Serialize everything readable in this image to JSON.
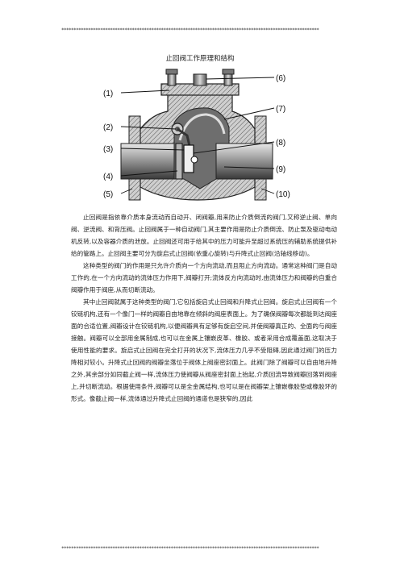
{
  "header_stars": "**********************************************************************************************************",
  "footer_stars": "**********************************************************************************************************",
  "title": "止回阀工作原理和结构",
  "figure_labels": [
    "(1)",
    "(2)",
    "(3)",
    "(4)",
    "(5)",
    "(6)",
    "(7)",
    "(8)",
    "(9)",
    "(10)"
  ],
  "paragraphs": [
    "止回阀是指依靠介质本身流动而自动开、闭阀瓣,用来防止介质倒流的阀门,又称逆止阀、单向阀、逆流阀、和背压阀。止回阀属于一种自动阀门,其主要作用是防止介质倒流、防止泵及驱动电动机反转,以及容器介质的泄放。止回阀还可用于给其中的压力可能升至超过系统压的辅助系统提供补给的管路上。止回阀主要可分为旋启式止回阀(依重心旋转)与升降式止回阀(沿轴线移动)。",
    "这种类型的阀门的作用是只允许介质向一个方向流动,而且阻止方向流动。通常这种阀门是自动工作的,在一个方向流动的流体压力作用下,阀瓣打开;流体反方向流动时,由流体压力和阀瓣的自重合阀瓣作用于阀座,从而切断流动。",
    "其中止回阀就属于这种类型的阀门,它包括旋启式止回阀和升降式止回阀。旋启式止回阀有一个铰链机构,还有一个像门一样的阀瓣自由地靠在倾斜的阀座表面上。为了确保阀瓣每次都能到达阀座面的合适位置,阀瓣设计在铰链机构,以便阀瓣具有足够有旋启空间,并使阀瓣真正的、全面的与阀座接触。阀瓣可以全部用金属制成,也可以在金属上镶嵌皮革、橡胶、或者采用合成覆盖面,这取决于使用性能的要求。旋启式止回阀在完全打开的状况下,流体压力几乎不受阻碍,因此通过阀门的压力降相对较小。升降式止回阀的阀瓣坐落位于阀体上阀座密封面上。此阀门除了阀瓣可以自由地升降之外,其余部分如同截止阀一样,流体压力使阀瓣从阀座密封面上抬起,介质回流导致阀瓣回落到阀座上,并切断流动。根据使用条件,阀瓣可以是全金属结构,也可以是在阀瓣架上镶嵌橡胶垫或橡胶环的形式。像截止阀一样,流体通过升降式止回阀的通道也是狭窄的,因此"
  ]
}
